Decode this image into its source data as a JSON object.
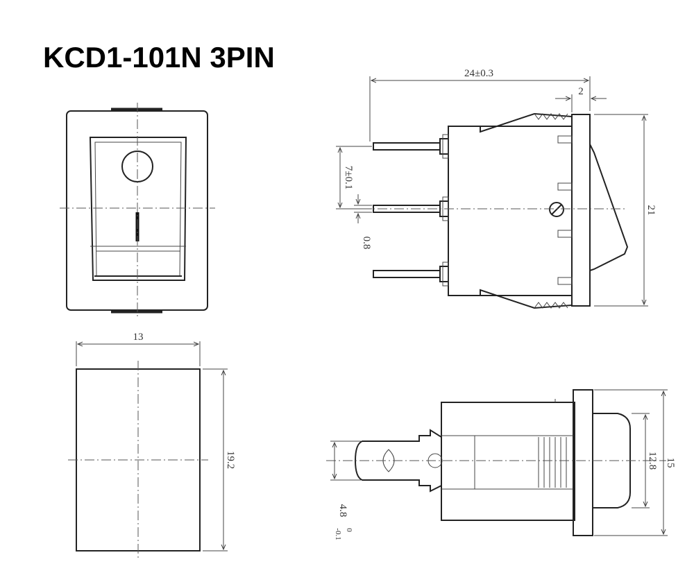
{
  "title": "KCD1-101N 3PIN",
  "dimensions": {
    "overall_length": "24±0.3",
    "flange_thickness": "2",
    "pin_pitch": "7±0.1",
    "pin_thickness": "0.8",
    "flange_height": "21",
    "body_width": "13",
    "body_height": "19.2",
    "body_height_side": "12.8",
    "flange_height_side": "15",
    "terminal_width_main": "4.8",
    "terminal_width_tol_upper": "0",
    "terminal_width_tol_lower": "-0.1"
  }
}
